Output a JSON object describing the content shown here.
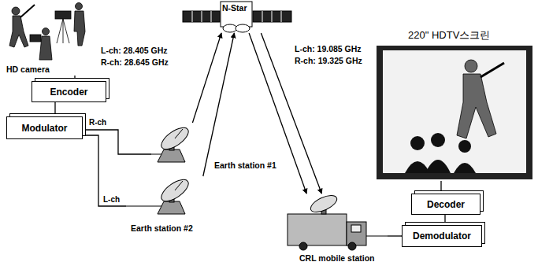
{
  "diagram": {
    "nodes": [
      {
        "text": [
          "HD camera"
        ]
      },
      {
        "text": [
          "Encoder"
        ]
      },
      {
        "text": [
          "Modulator"
        ]
      },
      {
        "text": [
          "Earth station #1"
        ]
      },
      {
        "text": [
          "Earth station #2"
        ]
      },
      {
        "text": [
          "N-Star"
        ]
      },
      {
        "text": [
          "CRL mobile station"
        ]
      },
      {
        "text": [
          "220\" HDTV스크린"
        ]
      },
      {
        "text": [
          "Decoder"
        ]
      },
      {
        "text": [
          "Demodulator"
        ]
      }
    ],
    "edges": [
      {
        "from": 0,
        "to": 1,
        "arrow": "none"
      },
      {
        "from": 1,
        "to": 2,
        "arrow": "none"
      },
      {
        "from": 2,
        "to": 3,
        "label": "R-ch",
        "arrow": "none"
      },
      {
        "from": 2,
        "to": 4,
        "label": "L-ch",
        "arrow": "none"
      },
      {
        "from": 3,
        "to": 5,
        "arrow": "to"
      },
      {
        "from": 4,
        "to": 5,
        "arrow": "to"
      },
      {
        "from": 5,
        "to": 6,
        "arrow": "to"
      },
      {
        "from": 5,
        "to": 6,
        "arrow": "to"
      },
      {
        "from": 7,
        "to": 8,
        "arrow": "none"
      },
      {
        "from": 8,
        "to": 9,
        "arrow": "none"
      },
      {
        "from": 6,
        "to": 9,
        "arrow": "none"
      }
    ],
    "labels": [
      "L-ch: 28.405 GHz",
      "R-ch: 28.645 GHz",
      "L-ch: 19.085 GHz",
      "R-ch: 19.325 GHz"
    ]
  }
}
